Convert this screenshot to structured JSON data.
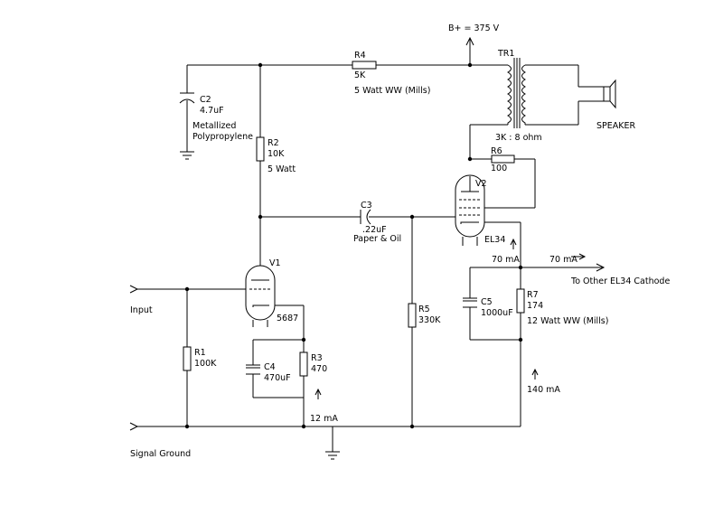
{
  "supply": {
    "label": "B+ = 375 V"
  },
  "r4": {
    "name": "R4",
    "value": "5K",
    "note": "5 Watt WW (Mills)"
  },
  "c2": {
    "name": "C2",
    "value": "4.7uF",
    "note1": "Metallized",
    "note2": "Polypropylene"
  },
  "r2": {
    "name": "R2",
    "value": "10K",
    "note": "5 Watt"
  },
  "tr1": {
    "name": "TR1",
    "ratio": "3K : 8 ohm"
  },
  "speaker": {
    "label": "SPEAKER"
  },
  "r6": {
    "name": "R6",
    "value": "100"
  },
  "v2": {
    "name": "V2",
    "type": "EL34"
  },
  "c3": {
    "name": "C3",
    "value": ".22uF",
    "note": "Paper & Oil"
  },
  "v1": {
    "name": "V1",
    "type": "5687"
  },
  "input": {
    "label": "Input"
  },
  "r1": {
    "name": "R1",
    "value": "100K"
  },
  "c4": {
    "name": "C4",
    "value": "470uF"
  },
  "r3": {
    "name": "R3",
    "value": "470"
  },
  "r5": {
    "name": "R5",
    "value": "330K"
  },
  "c5": {
    "name": "C5",
    "value": "1000uF"
  },
  "r7": {
    "name": "R7",
    "value": "174",
    "note": "12 Watt WW (Mills)"
  },
  "currents": {
    "v2_cathode": "70 mA",
    "other": "70 mA",
    "r7": "140 mA",
    "v1": "12 mA"
  },
  "other_el34": {
    "label": "To Other EL34 Cathode"
  },
  "ground": {
    "label": "Signal Ground"
  }
}
